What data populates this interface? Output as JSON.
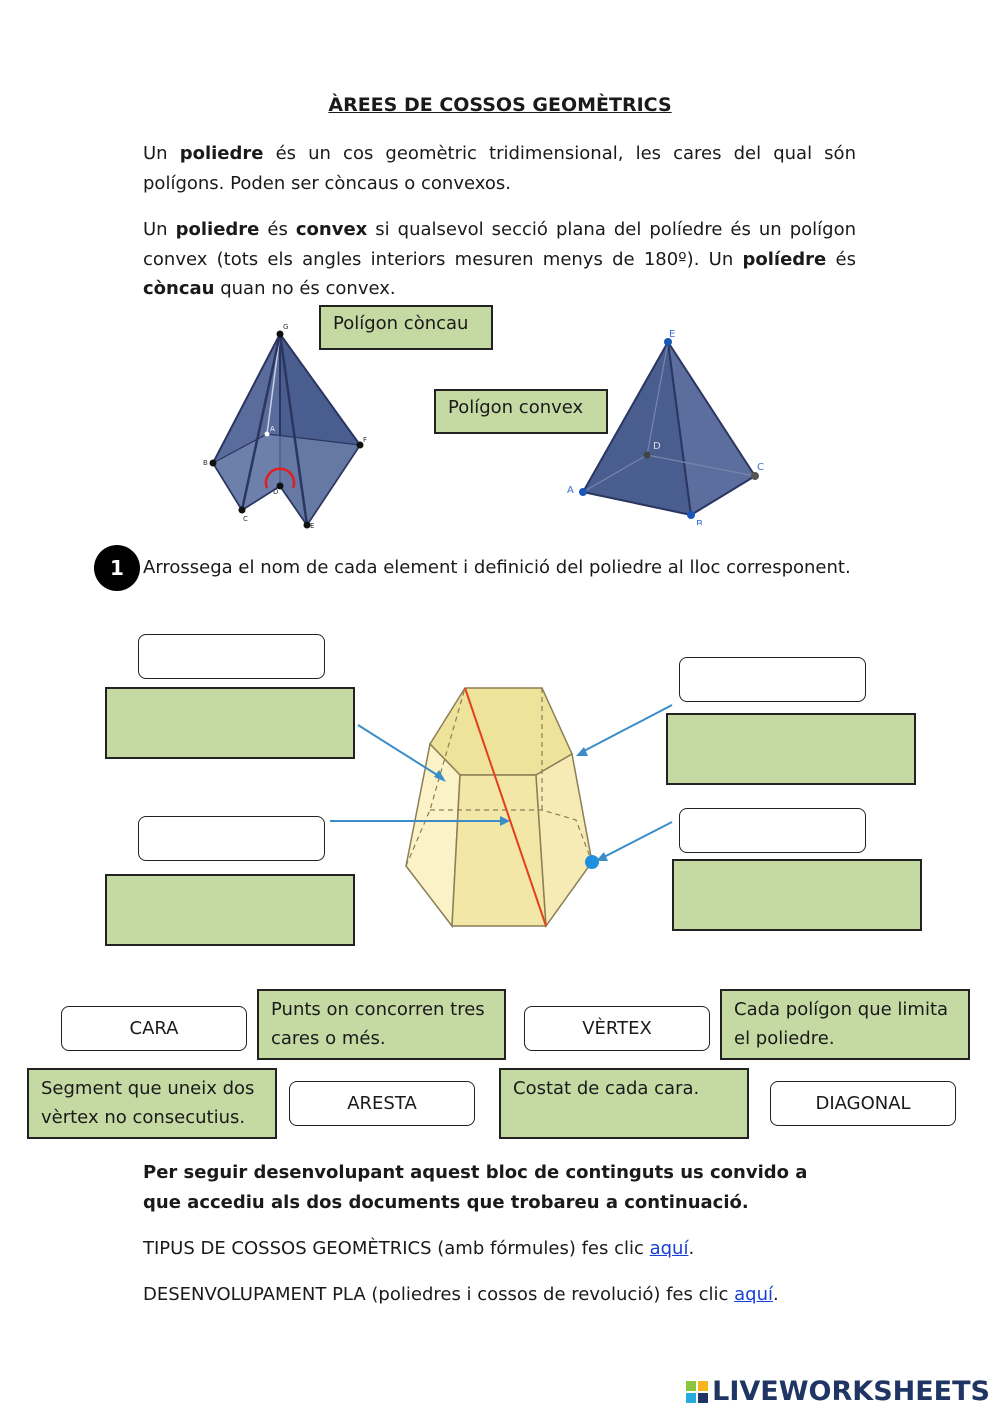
{
  "title": "ÀREES DE COSSOS GEOMÈTRICS",
  "intro": {
    "p1": {
      "t1": "Un ",
      "b1": "poliedre",
      "t2": " és un cos geomètric tridimensional, les cares del qual són polígons. Poden ser còncaus o convexos."
    },
    "p2": {
      "t1": "Un ",
      "b1": "poliedre",
      "t2": " és ",
      "b2": "convex",
      "t3": " si qualsevol secció plana del políedre és un polígon convex (tots els angles interiors mesuren menys de 180º). Un ",
      "b3": "políedre",
      "t4": " és ",
      "b4": "còncau",
      "t5": " quan no és convex."
    }
  },
  "figures": {
    "concave_label": "Polígon còncau",
    "convex_label": "Polígon convex",
    "concave_vertices": [
      "G",
      "A",
      "F",
      "B",
      "D",
      "C",
      "E"
    ],
    "convex_vertices": [
      "E",
      "D",
      "C",
      "A",
      "B"
    ]
  },
  "exercise": {
    "number": "1",
    "instruction": "Arrossega el nom de cada element i definició del poliedre al lloc corresponent."
  },
  "word_chips": {
    "cara": "CARA",
    "vertex": "VÈRTEX",
    "aresta": "ARESTA",
    "diagonal": "DIAGONAL"
  },
  "definition_chips": {
    "vertex_def": "Punts on concorren tres cares o més.",
    "cara_def": "Cada polígon que limita el poliedre.",
    "diagonal_def": "Segment que uneix dos vèrtex no consecutius.",
    "aresta_def": "Costat de cada cara."
  },
  "closing": {
    "bold_text": "Per seguir desenvolupant aquest bloc de continguts us convido a que accediu als dos documents que trobareu a continuació.",
    "line1_text": "TIPUS DE COSSOS GEOMÈTRICS (amb fórmules) fes clic ",
    "line1_link": "aquí",
    "line1_end": ".",
    "line2_text": "DESENVOLUPAMENT PLA (poliedres i cossos de revolució) fes clic ",
    "line2_link": "aquí",
    "line2_end": "."
  },
  "footer": {
    "brand": "LIVEWORKSHEETS",
    "icon": "liveworksheets-logo-icon"
  },
  "colors": {
    "green": "#c5d9a3",
    "polyhedron_fill": "#4a5d8f",
    "prism_fill": "#f3e7a7",
    "arrow": "#3b8dc8",
    "diagonal": "#e2401c",
    "link": "#1a3fd6"
  }
}
